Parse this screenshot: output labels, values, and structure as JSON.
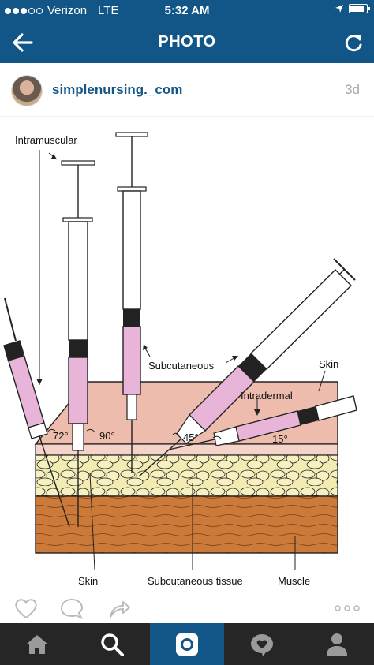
{
  "status_bar": {
    "carrier": "Verizon",
    "network": "LTE",
    "time": "5:32 AM",
    "signal_bars_filled": 3,
    "signal_bars_total": 5,
    "battery_level": 0.85
  },
  "nav": {
    "title": "PHOTO",
    "back_icon": "arrow-left-icon",
    "refresh_icon": "refresh-icon"
  },
  "post": {
    "username": "simplenursing._com",
    "time_ago": "3d"
  },
  "diagram": {
    "labels": {
      "intramuscular": "Intramuscular",
      "subcutaneous": "Subcutaneous",
      "intradermal": "Intradermal",
      "skin_top": "Skin",
      "skin_bottom": "Skin",
      "subcutaneous_tissue": "Subcutaneous tissue",
      "muscle": "Muscle",
      "angle_72": "72°",
      "angle_90": "90°",
      "angle_45": "45°",
      "angle_15": "15°"
    }
  },
  "actions": {
    "like_icon": "heart-icon",
    "comment_icon": "comment-icon",
    "share_icon": "share-icon",
    "more_icon": "more-options-icon"
  },
  "tabs": [
    {
      "name": "home",
      "icon": "home-icon",
      "active": false
    },
    {
      "name": "search",
      "icon": "search-icon",
      "active": false
    },
    {
      "name": "camera",
      "icon": "camera-icon",
      "active": true
    },
    {
      "name": "activity",
      "icon": "activity-icon",
      "active": false
    },
    {
      "name": "profile",
      "icon": "profile-icon",
      "active": false
    }
  ],
  "colors": {
    "brand": "#125688",
    "tab_bar": "#262626",
    "username": "#125688",
    "skin": "#eebcac",
    "fat": "#f2ecb2",
    "muscle": "#cc7a3a",
    "syringe_fluid": "#e8b4d8"
  }
}
